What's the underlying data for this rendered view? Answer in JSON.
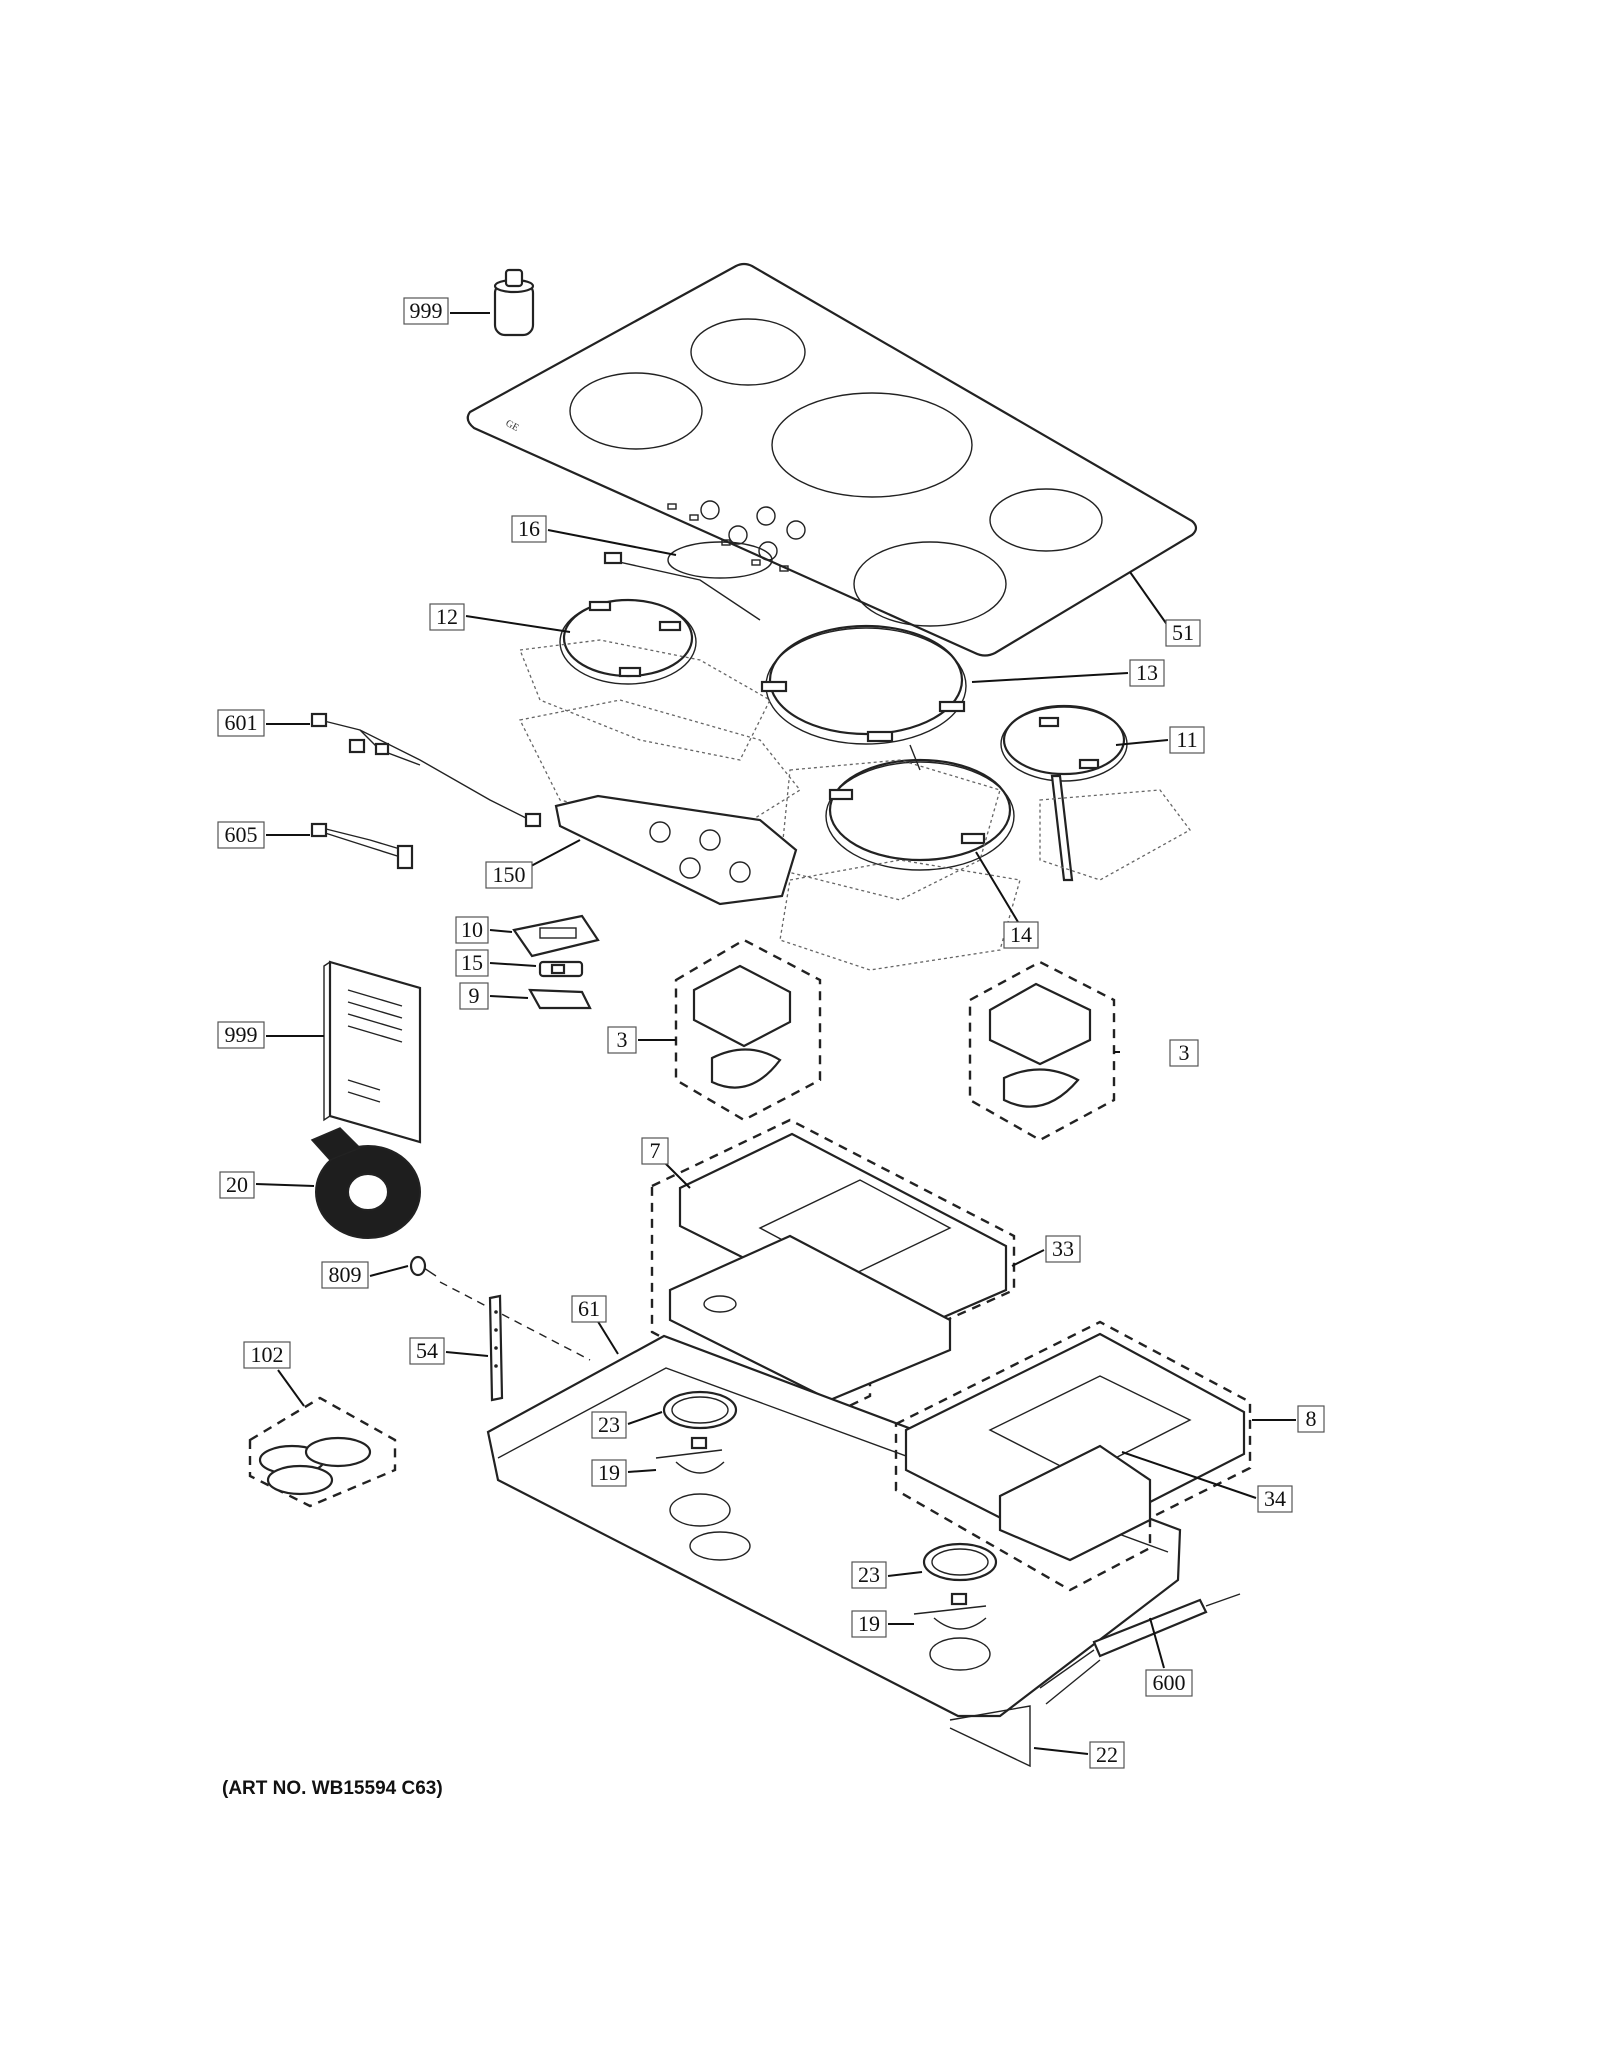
{
  "callouts": {
    "c999a": "999",
    "c16": "16",
    "c12": "12",
    "c51": "51",
    "c13": "13",
    "c601": "601",
    "c11": "11",
    "c605": "605",
    "c150": "150",
    "c14": "14",
    "c10": "10",
    "c15": "15",
    "c9": "9",
    "c3a": "3",
    "c3b": "3",
    "c999b": "999",
    "c7": "7",
    "c20": "20",
    "c33": "33",
    "c809": "809",
    "c61": "61",
    "c54": "54",
    "c102": "102",
    "c23a": "23",
    "c8": "8",
    "c19a": "19",
    "c34": "34",
    "c23b": "23",
    "c19b": "19",
    "c600": "600",
    "c22": "22"
  },
  "art_number": "(ART NO. WB15594 C63)"
}
